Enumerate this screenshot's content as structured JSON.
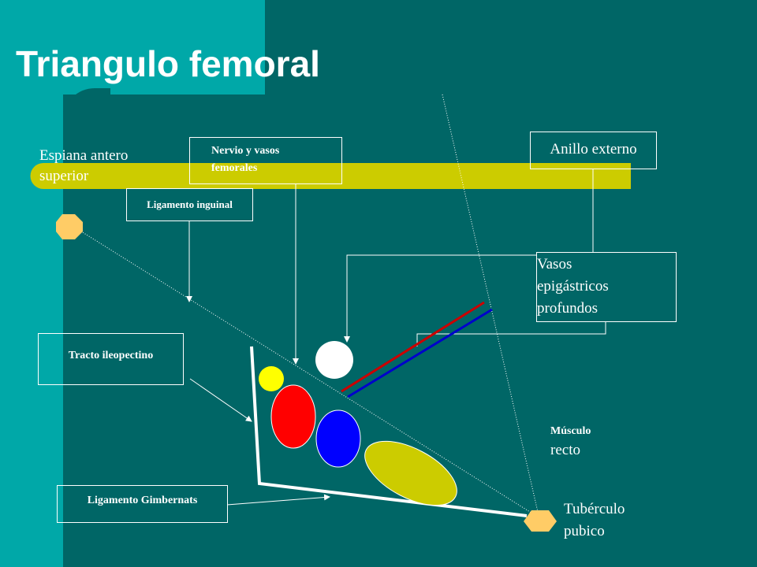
{
  "slide": {
    "title": "Triangulo femoral",
    "colors": {
      "background": "#006666",
      "accent_band": "#00a8a8",
      "ligament_bar": "#cccc00",
      "text": "#ffffff"
    }
  },
  "labels": {
    "espina_line1": "Espiana antero",
    "espina_line2": "superior",
    "nervio_line1": "Nervio y vasos",
    "nervio_line2": "femorales",
    "ligamento_inguinal": "Ligamento inguinal",
    "anillo_externo": "Anillo externo",
    "vasos_line1": "Vasos",
    "vasos_line2": "epigástricos",
    "vasos_line3": "profundos",
    "tracto": "Tracto ileopectino",
    "musculo": "Músculo",
    "recto": "recto",
    "gimbernats": "Ligamento Gimbernats",
    "tuberculo_line1": "Tubérculo",
    "tuberculo_line2": "pubico"
  },
  "shapes": {
    "espina_marker_color": "#ffcc66",
    "tuberculo_marker_color": "#ffcc66",
    "white_circle_color": "#ffffff",
    "yellow_circle_color": "#ffff00",
    "red_oval_color": "#ff0000",
    "blue_oval_color": "#0000ff",
    "olive_oval_color": "#cccc00",
    "red_vessel_line_color": "#cc0000",
    "blue_vessel_line_color": "#0000cc"
  }
}
